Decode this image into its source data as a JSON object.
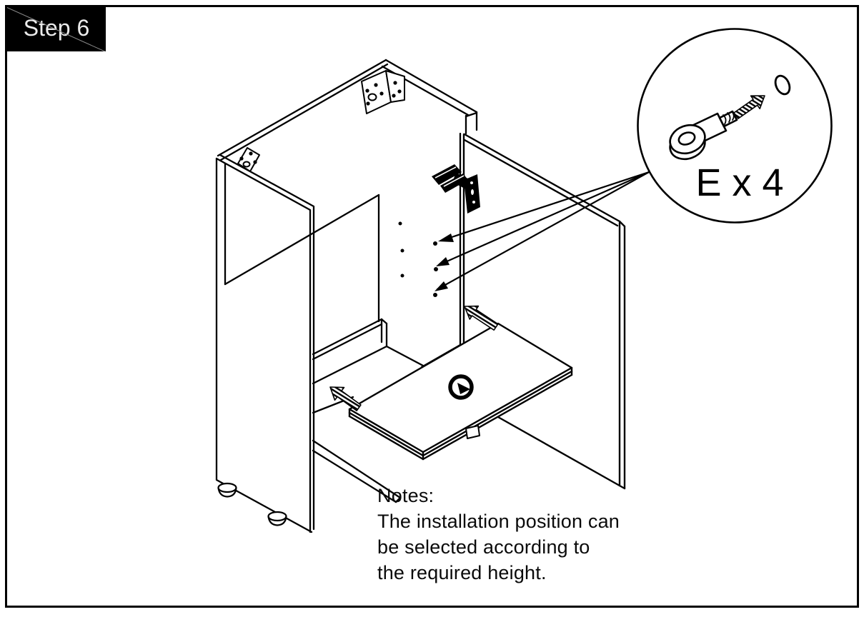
{
  "step": {
    "label": "Step 6"
  },
  "callout": {
    "label": "E x 4"
  },
  "notes": {
    "heading": "Notes:",
    "lines": [
      "The installation position can",
      "be selected according to",
      "the required height."
    ]
  },
  "colors": {
    "background": "#ffffff",
    "line": "#000000",
    "banner_background": "#000000",
    "banner_text": "#ebebeb"
  },
  "icons": {
    "cabinet-icon": "isometric cabinet line drawing",
    "door-icon": "open cabinet door",
    "hinge-icon": "euro hinge",
    "mounting-bracket-icon": "L bracket with screw holes",
    "shelf-icon": "removable shelf board",
    "cam-lock-icon": "cam lock on shelf",
    "shelf-pin-icon": "part E shelf support pin",
    "pin-hole-icon": "oval pin hole",
    "insertion-arrow-icon": "hatched direction arrow",
    "pointer-line-icon": "callout pointer arrow",
    "foot-icon": "adjustable leveling foot"
  }
}
